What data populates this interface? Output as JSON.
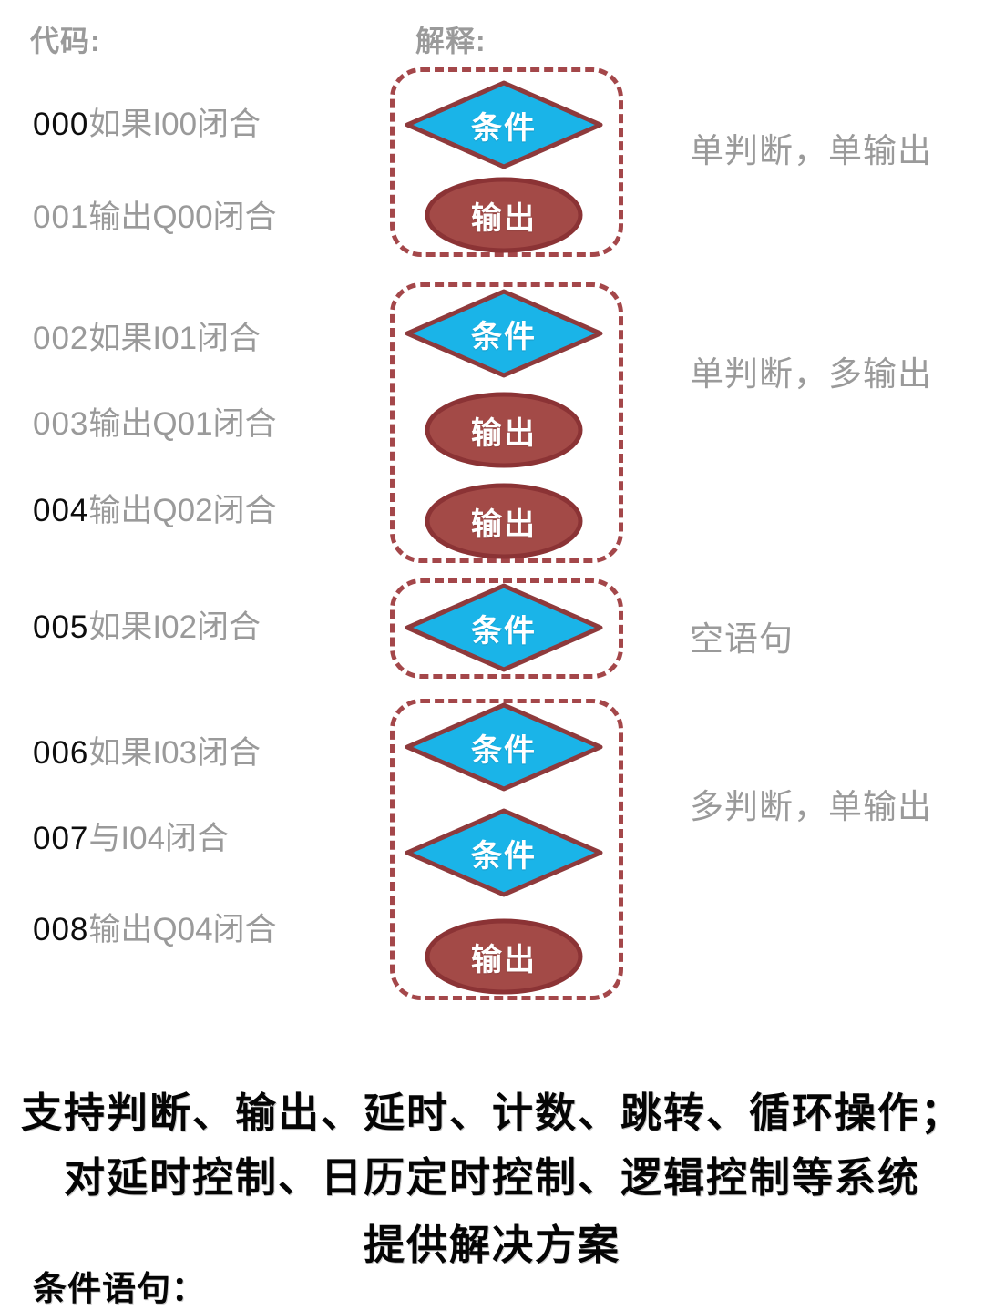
{
  "colors": {
    "background": "#ffffff",
    "gray_text": "#9a9a9a",
    "black_text": "#0d0d0d",
    "diamond_fill": "#1ab4e8",
    "diamond_border": "#8e3a3c",
    "ellipse_fill": "#a34a47",
    "ellipse_border": "#8b3335",
    "dashed_border": "#a4474a"
  },
  "header": {
    "code_label": "代码:",
    "explain_label": "解释:"
  },
  "code_lines": [
    {
      "num": "000",
      "num_color": "black",
      "text": "如果I00闭合"
    },
    {
      "num": "001",
      "num_color": "gray",
      "text": "输出Q00闭合"
    },
    {
      "num": "002",
      "num_color": "gray",
      "text": "如果I01闭合"
    },
    {
      "num": "003",
      "num_color": "gray",
      "text": "输出Q01闭合"
    },
    {
      "num": "004",
      "num_color": "black",
      "text": "输出Q02闭合"
    },
    {
      "num": "005",
      "num_color": "black",
      "text": "如果I02闭合"
    },
    {
      "num": "006",
      "num_color": "black",
      "text": "如果I03闭合"
    },
    {
      "num": "007",
      "num_color": "black",
      "text": "与I04闭合"
    },
    {
      "num": "008",
      "num_color": "black",
      "text": "输出Q04闭合"
    }
  ],
  "groups": [
    {
      "annotation": "单判断，单输出",
      "shapes": [
        {
          "type": "diamond",
          "label": "条件"
        },
        {
          "type": "ellipse",
          "label": "输出"
        }
      ]
    },
    {
      "annotation": "单判断，多输出",
      "shapes": [
        {
          "type": "diamond",
          "label": "条件"
        },
        {
          "type": "ellipse",
          "label": "输出"
        },
        {
          "type": "ellipse",
          "label": "输出"
        }
      ]
    },
    {
      "annotation": "空语句",
      "shapes": [
        {
          "type": "diamond",
          "label": "条件"
        }
      ]
    },
    {
      "annotation": "多判断，单输出",
      "shapes": [
        {
          "type": "diamond",
          "label": "条件"
        },
        {
          "type": "diamond",
          "label": "条件"
        },
        {
          "type": "ellipse",
          "label": "输出"
        }
      ]
    }
  ],
  "footer": {
    "lines": [
      "支持判断、输出、延时、计数、跳转、循环操作；",
      "对延时控制、日历定时控制、逻辑控制等系统",
      "提供解决方案"
    ],
    "section_label": "条件语句："
  }
}
